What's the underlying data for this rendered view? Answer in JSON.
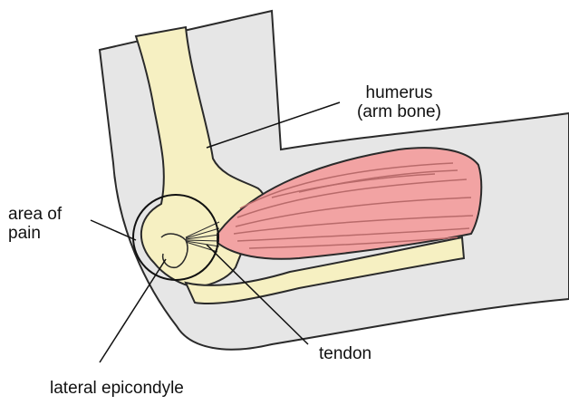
{
  "labels": {
    "humerus": {
      "line1": "humerus",
      "line2": "(arm bone)"
    },
    "area_of_pain": {
      "line1": "area of",
      "line2": "pain"
    },
    "tendon": "tendon",
    "lateral_epicondyle": "lateral epicondyle"
  },
  "colors": {
    "outline": "#2a2a2a",
    "arm_skin": "#e6e6e6",
    "bone": "#f6f0c2",
    "muscle": "#f2a3a3",
    "muscle_stripes": "#b86a6a",
    "background": "#ffffff"
  }
}
